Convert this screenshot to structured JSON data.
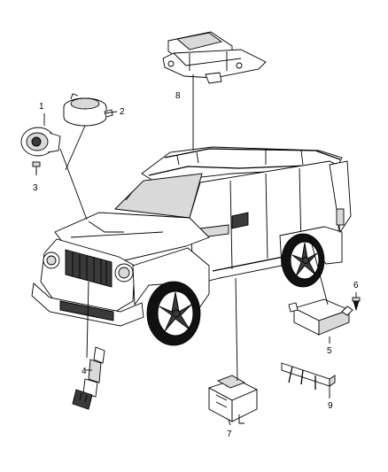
{
  "callouts": {
    "c1": "1",
    "c2": "2",
    "c3": "3",
    "c4": "4",
    "c5": "5",
    "c6": "6",
    "c7": "7",
    "c8": "8",
    "c9": "9"
  },
  "colors": {
    "line": "#000000",
    "background": "#ffffff",
    "shade": "#d9d9d9"
  }
}
